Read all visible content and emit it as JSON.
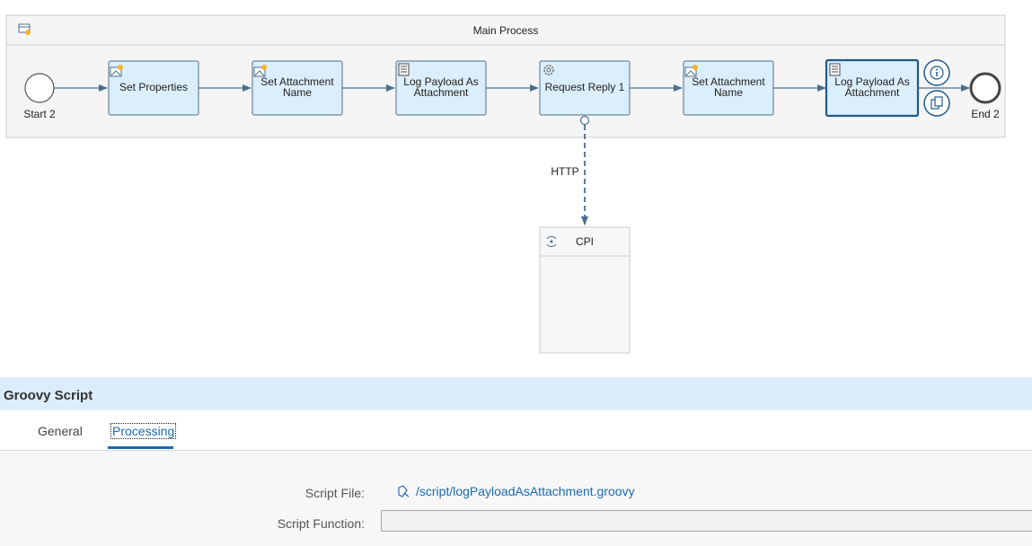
{
  "diagram": {
    "pool_title": "Main Process",
    "start_event": "Start 2",
    "end_event": "End 2",
    "steps": [
      {
        "line1": "Set Properties",
        "line2": "",
        "icon": "content-modifier-icon"
      },
      {
        "line1": "Set Attachment",
        "line2": "Name",
        "icon": "content-modifier-icon"
      },
      {
        "line1": "Log Payload As",
        "line2": "Attachment",
        "icon": "script-icon"
      },
      {
        "line1": "Request Reply 1",
        "line2": "",
        "icon": "gear-icon"
      },
      {
        "line1": "Set Attachment",
        "line2": "Name",
        "icon": "content-modifier-icon"
      },
      {
        "line1": "Log Payload As",
        "line2": "Attachment",
        "icon": "script-icon"
      }
    ],
    "connection_label": "HTTP",
    "receiver_label": "CPI",
    "context_buttons": [
      "info-icon",
      "copy-icon"
    ]
  },
  "panel": {
    "title": "Groovy Script",
    "tabs": [
      "General",
      "Processing"
    ],
    "active_tab": "Processing",
    "script_file_label": "Script File:",
    "script_file_value": "/script/logPayloadAsAttachment.groovy",
    "script_function_label": "Script Function:",
    "script_function_value": ""
  },
  "colors": {
    "accent": "#1b6ab3",
    "shape_fill": "#dbeefb",
    "shape_stroke": "#4a6f8f",
    "panel_header": "#dcecfa"
  }
}
